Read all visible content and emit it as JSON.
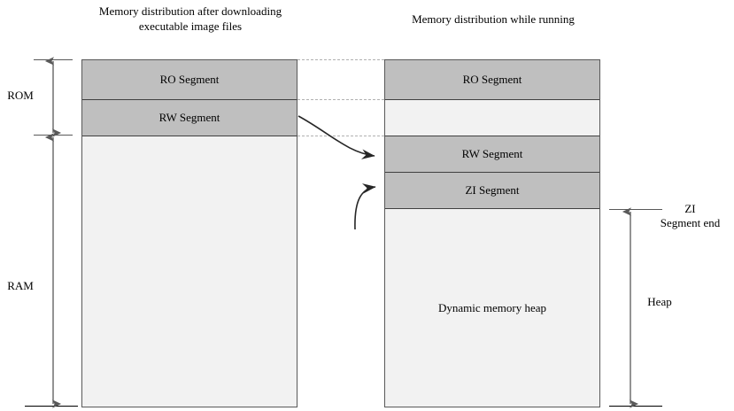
{
  "diagram": {
    "titles": {
      "left": "Memory distribution after downloading executable image files",
      "right": "Memory distribution while running"
    },
    "left_panel": {
      "segments": [
        {
          "label": "RO Segment",
          "fill": "#bfbfbf"
        },
        {
          "label": "RW Segment",
          "fill": "#bfbfbf"
        },
        {
          "label": "",
          "fill": "#f2f2f2"
        }
      ]
    },
    "right_panel": {
      "segments": [
        {
          "label": "RO Segment",
          "fill": "#bfbfbf"
        },
        {
          "label": "",
          "fill": "#f2f2f2"
        },
        {
          "label": "RW Segment",
          "fill": "#bfbfbf"
        },
        {
          "label": "ZI Segment",
          "fill": "#bfbfbf"
        },
        {
          "label": "Dynamic memory heap",
          "fill": "#f2f2f2"
        }
      ]
    },
    "left_axis": {
      "rom_label": "ROM",
      "ram_label": "RAM"
    },
    "right_axis": {
      "zi_end_label": "ZI\nSegment end",
      "heap_label": "Heap"
    },
    "colors": {
      "segment_gray": "#bfbfbf",
      "segment_light": "#f2f2f2",
      "border": "#595959",
      "divider": "#404040",
      "dotted": "#b0b0b0",
      "arrow": "#595959",
      "connector": "#262626"
    }
  }
}
